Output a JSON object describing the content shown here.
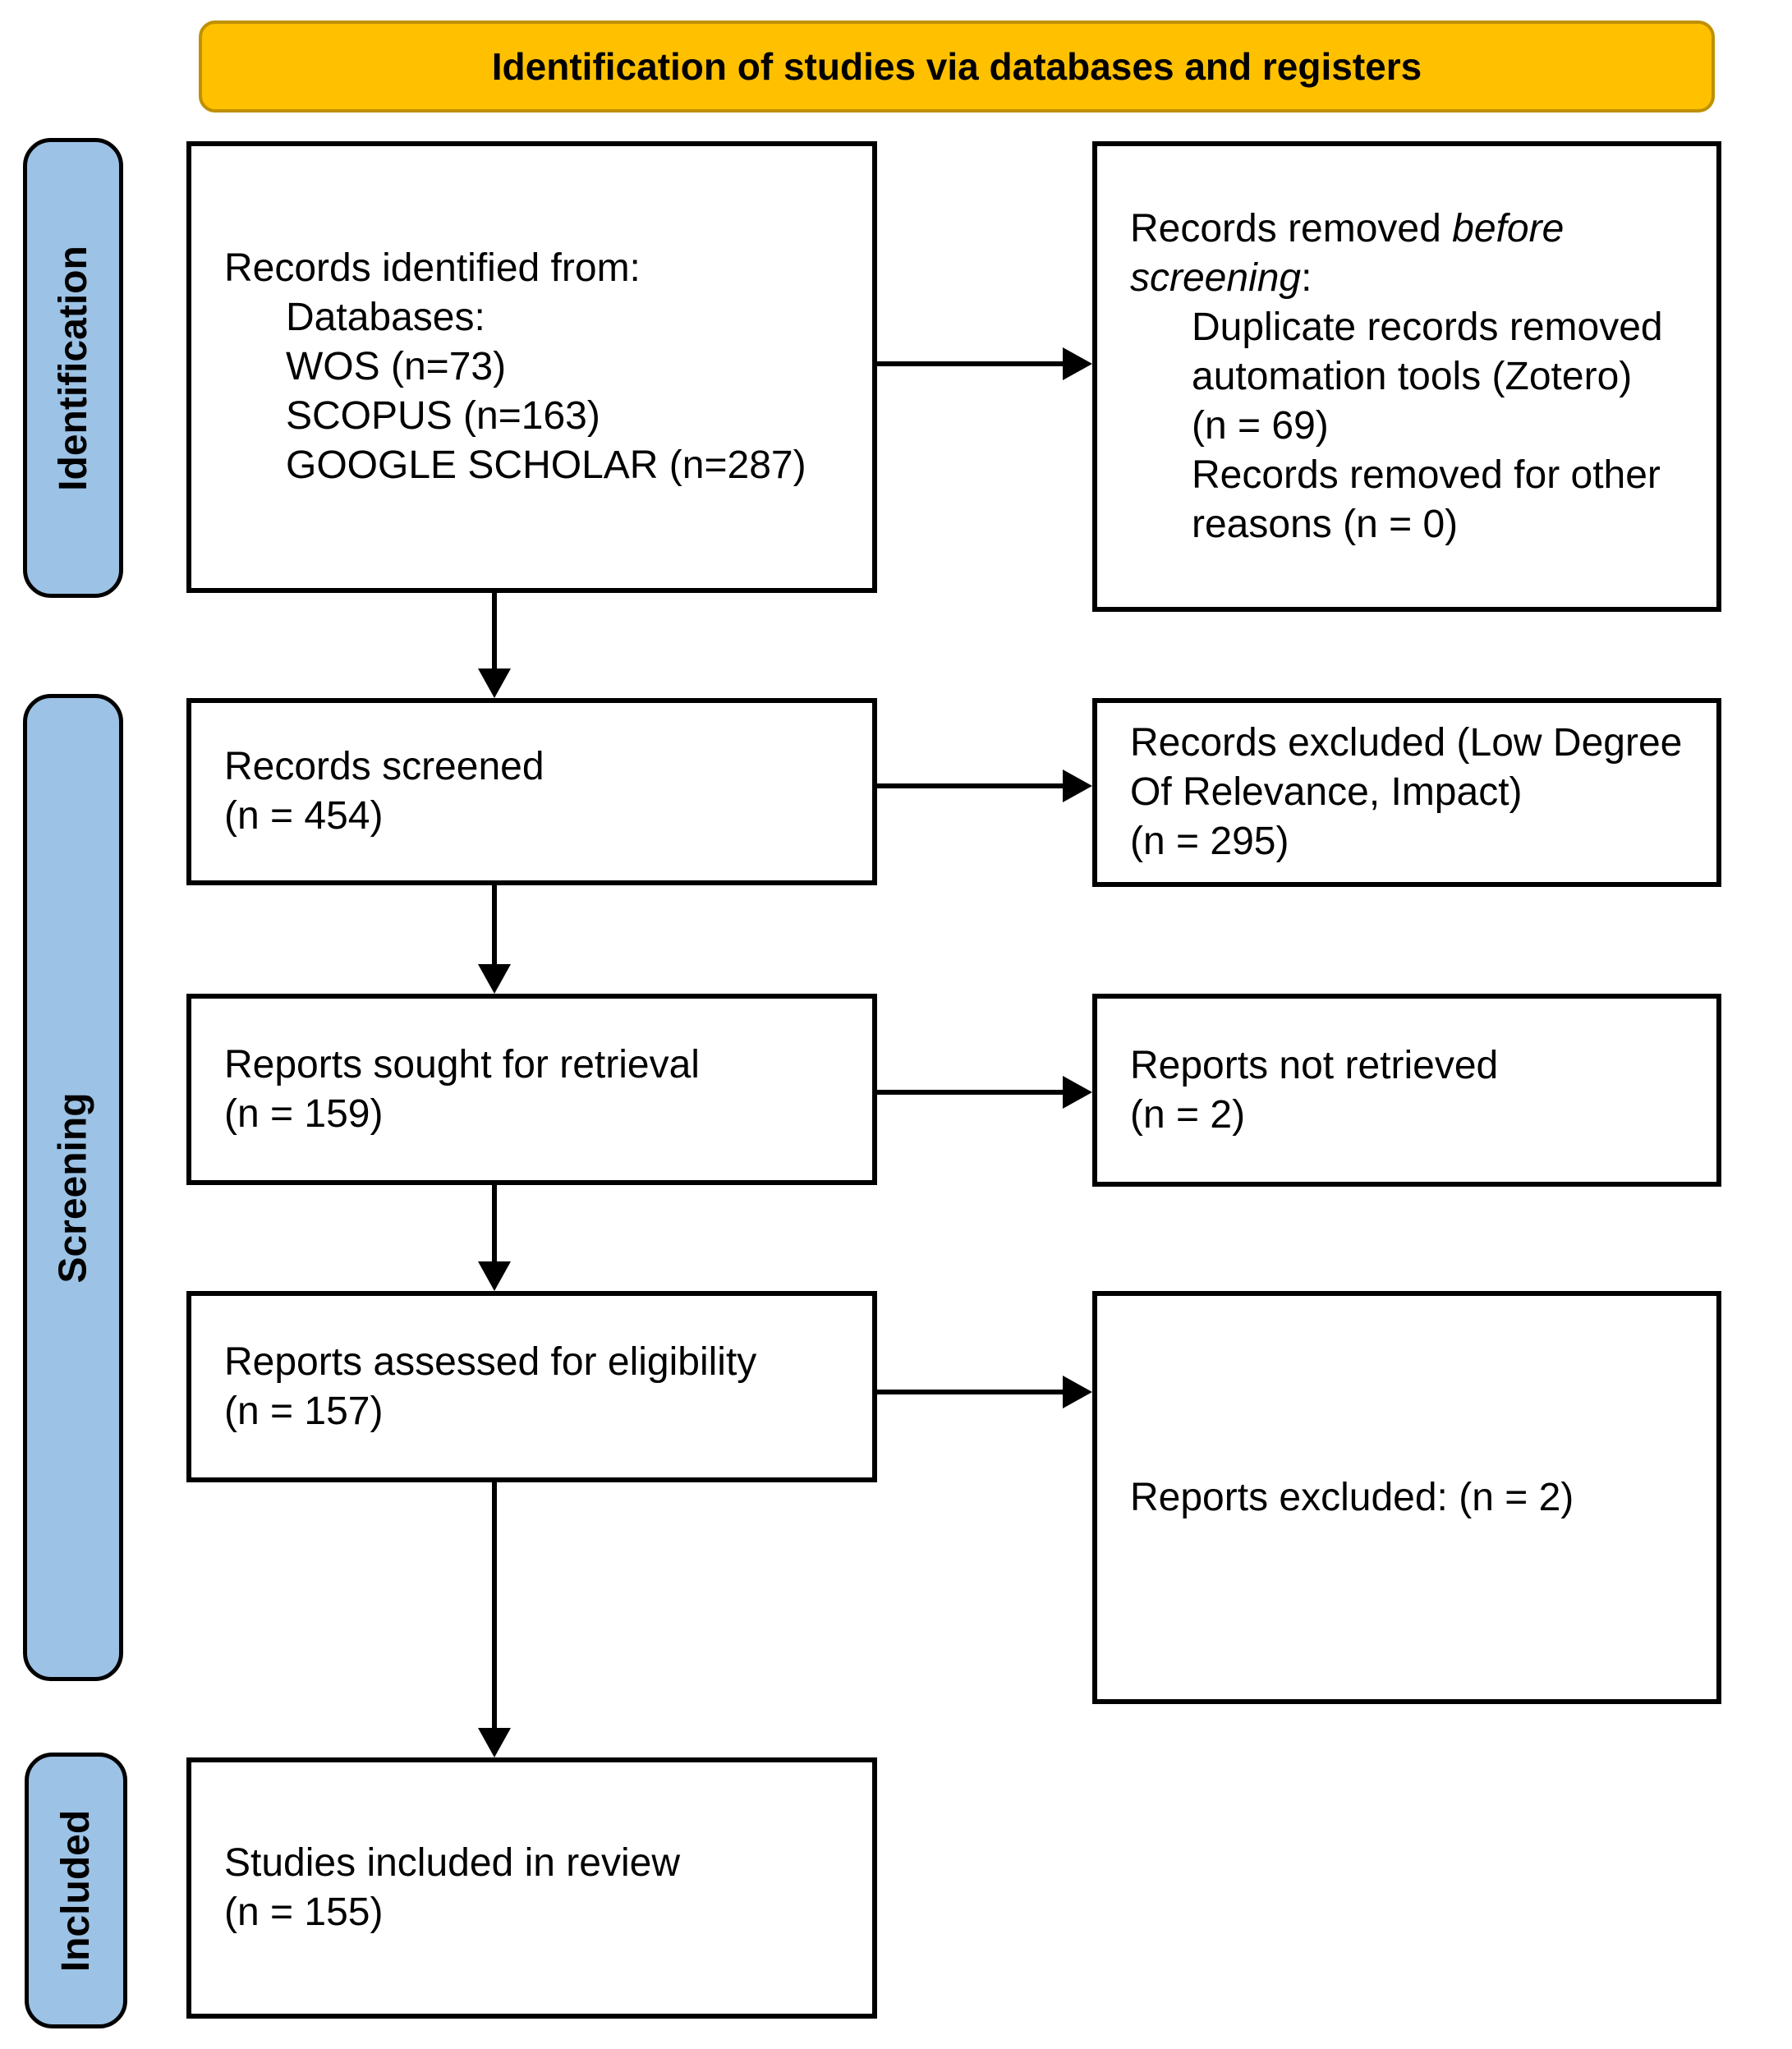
{
  "banner": {
    "title": "Identification of studies via databases and registers"
  },
  "stages": [
    {
      "label": "Identification"
    },
    {
      "label": "Screening"
    },
    {
      "label": "Included"
    }
  ],
  "colors": {
    "banner_fill": "#FFC000",
    "banner_border": "#BF9000",
    "stage_fill": "#9CC2E5",
    "stage_border": "#000000",
    "box_border": "#000000",
    "background": "#FFFFFF",
    "text": "#000000"
  },
  "boxes": {
    "records_identified": {
      "lines": [
        {
          "text": "Records identified from:"
        },
        {
          "text": "Databases:"
        },
        {
          "text": "WOS (n=73)"
        },
        {
          "text": "SCOPUS (n=163)"
        },
        {
          "text": "GOOGLE SCHOLAR (n=287)"
        }
      ]
    },
    "records_removed": {
      "lines": [
        {
          "pre": "Records removed ",
          "italic": "before"
        },
        {
          "italic": "screening",
          "post": ":"
        },
        {
          "text": "Duplicate records removed"
        },
        {
          "text": "automation tools (Zotero)"
        },
        {
          "text": "(n = 69)"
        },
        {
          "text": "Records removed for other"
        },
        {
          "text": "reasons (n = 0)"
        }
      ]
    },
    "records_screened": {
      "lines": [
        {
          "text": "Records screened"
        },
        {
          "text": "(n = 454)"
        }
      ]
    },
    "records_excluded": {
      "lines": [
        {
          "text": "Records excluded (Low Degree"
        },
        {
          "text": "Of Relevance, Impact)"
        },
        {
          "text": "(n = 295)"
        }
      ]
    },
    "reports_sought": {
      "lines": [
        {
          "text": "Reports sought for retrieval"
        },
        {
          "text": "(n = 159)"
        }
      ]
    },
    "reports_not_retrieved": {
      "lines": [
        {
          "text": "Reports not retrieved"
        },
        {
          "text": "(n = 2)"
        }
      ]
    },
    "reports_assessed": {
      "lines": [
        {
          "text": "Reports assessed for eligibility"
        },
        {
          "text": "(n = 157)"
        }
      ]
    },
    "reports_excluded": {
      "lines": [
        {
          "text": "Reports excluded: (n = 2)"
        }
      ]
    },
    "studies_included": {
      "lines": [
        {
          "text": "Studies included in review"
        },
        {
          "text": "(n = 155)"
        }
      ]
    }
  }
}
